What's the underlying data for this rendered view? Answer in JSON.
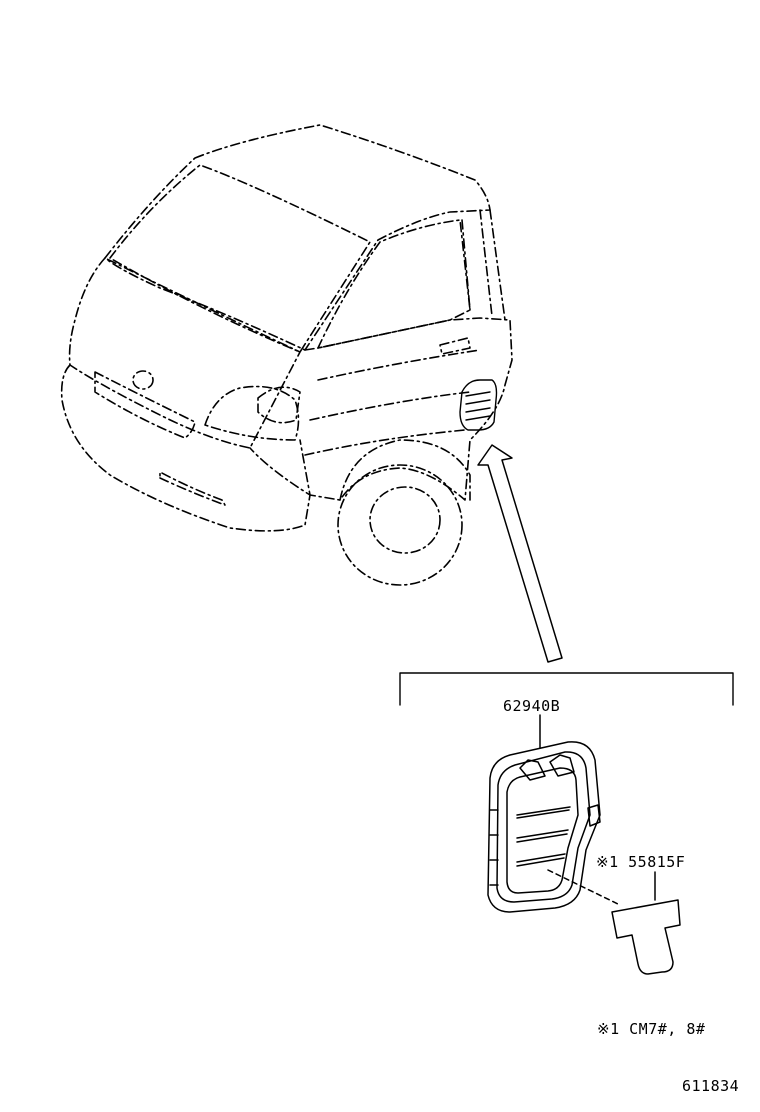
{
  "callouts": {
    "part_vent": "62940B",
    "part_clip": "※1 55815F",
    "footnote": "※1 CM7#, 8#",
    "figure_number": "611834"
  },
  "colors": {
    "ink": "#000000",
    "paper": "#ffffff"
  }
}
